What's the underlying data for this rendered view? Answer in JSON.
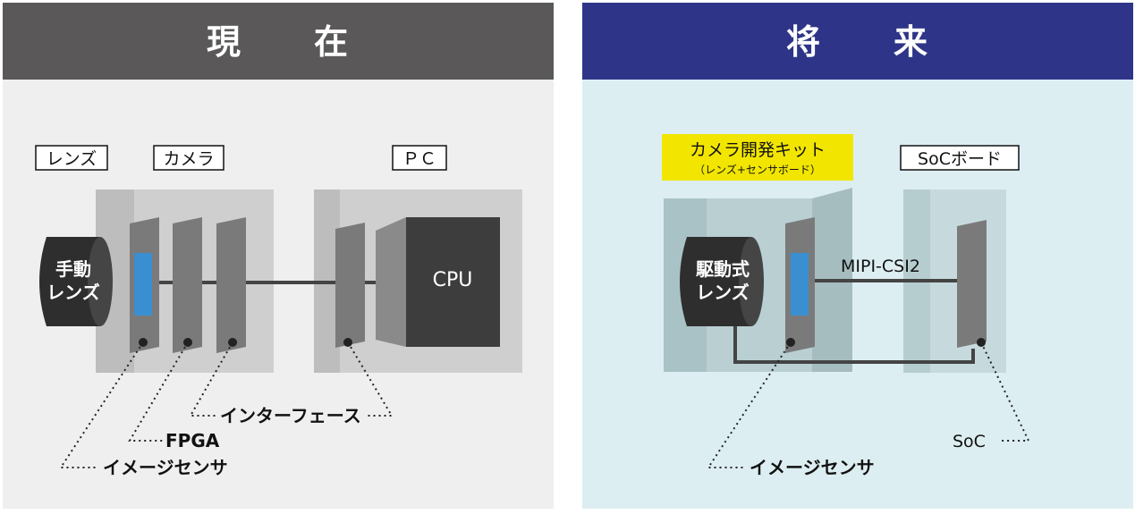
{
  "left_panel": {
    "header": "現　　在",
    "labels": {
      "lens": "レンズ",
      "camera": "カメラ",
      "pc": "ＰＣ"
    },
    "lens_text": [
      "手動",
      "レンズ"
    ],
    "cpu": "CPU",
    "callouts": {
      "interface": "インターフェース",
      "fpga": "FPGA",
      "image_sensor": "イメージセンサ"
    },
    "colors": {
      "header_bg": "#5a5859",
      "panel_bg": "#efefef",
      "sensor": "#3a8fd0"
    }
  },
  "right_panel": {
    "header": "将　　来",
    "labels": {
      "kit_title": "カメラ開発キット",
      "kit_subtitle": "（レンズ+センサボード）",
      "soc_board": "SoCボード"
    },
    "lens_text": [
      "駆動式",
      "レンズ"
    ],
    "link": "MIPI-CSI2",
    "callouts": {
      "soc": "SoC",
      "image_sensor": "イメージセンサ"
    },
    "colors": {
      "header_bg": "#2e3588",
      "panel_bg": "#ddeef2",
      "highlight": "#f2e600"
    }
  }
}
